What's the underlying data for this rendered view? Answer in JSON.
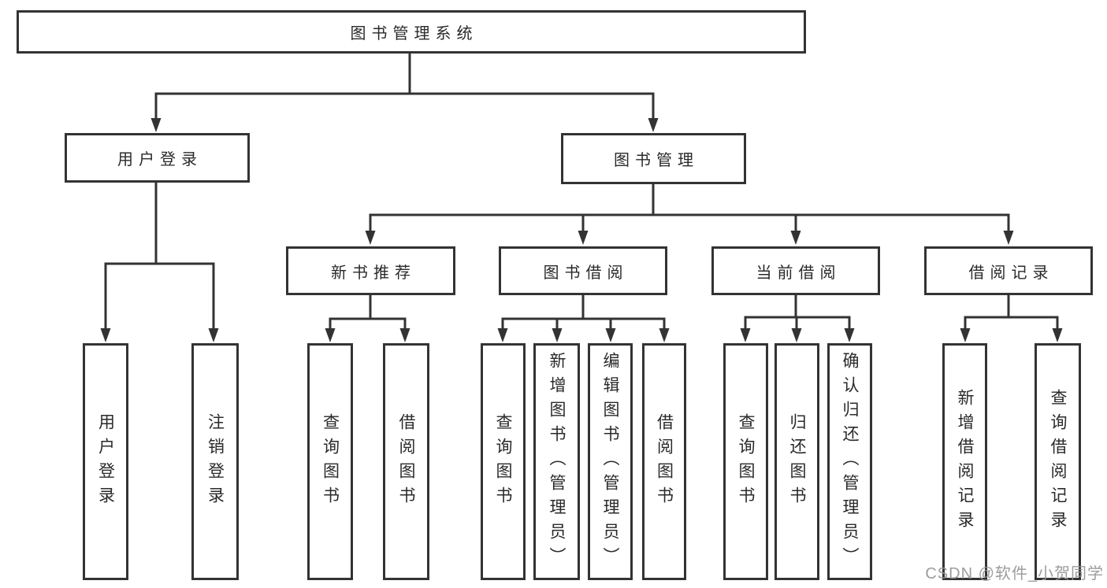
{
  "diagram_title": "图书管理系统",
  "tree": {
    "label": "图书管理系统",
    "children": [
      {
        "label": "用户登录",
        "children": [
          {
            "label": "用户登录"
          },
          {
            "label": "注销登录"
          }
        ]
      },
      {
        "label": "图书管理",
        "children": [
          {
            "label": "新书推荐",
            "children": [
              {
                "label": "查询图书"
              },
              {
                "label": "借阅图书"
              }
            ]
          },
          {
            "label": "图书借阅",
            "children": [
              {
                "label": "查询图书"
              },
              {
                "label": "新增图书（管理员）"
              },
              {
                "label": "编辑图书（管理员）"
              },
              {
                "label": "借阅图书"
              }
            ]
          },
          {
            "label": "当前借阅",
            "children": [
              {
                "label": "查询图书"
              },
              {
                "label": "归还图书"
              },
              {
                "label": "确认归还（管理员）"
              }
            ]
          },
          {
            "label": "借阅记录",
            "children": [
              {
                "label": "新增借阅记录"
              },
              {
                "label": "查询借阅记录"
              }
            ]
          }
        ]
      }
    ]
  },
  "watermark": {
    "text": "CSDN @软件_小贺同学"
  },
  "colors": {
    "line": "#333333",
    "box_border": "#333333",
    "box_fill": "#ffffff",
    "text": "#2a2a2a",
    "background": "#ffffff",
    "watermark": "#949494"
  }
}
